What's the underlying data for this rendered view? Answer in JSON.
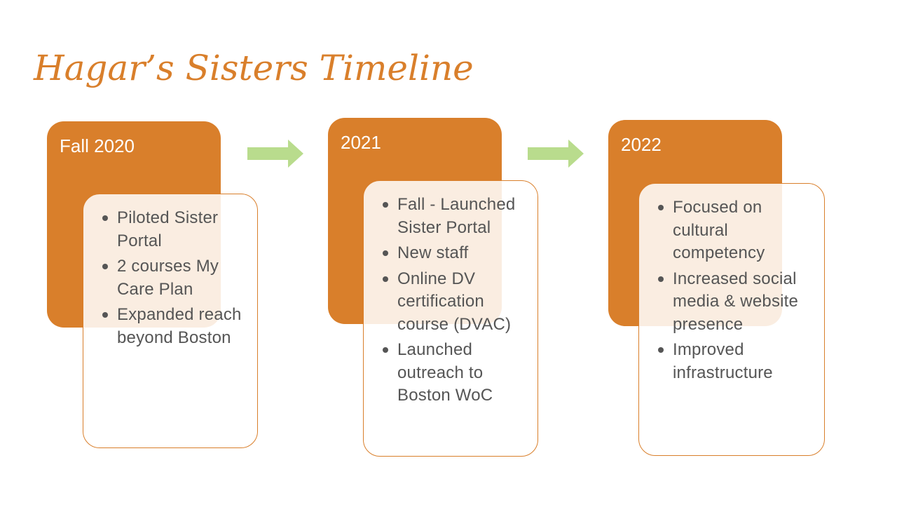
{
  "title": "Hagar’s Sisters Timeline",
  "colors": {
    "accent": "#d97f2b",
    "arrow": "#b9dc8d",
    "text": "#555555"
  },
  "stages": [
    {
      "label": "Fall 2020",
      "items": [
        "Piloted Sister Portal",
        "2 courses  My Care Plan",
        "Expanded reach beyond Boston"
      ]
    },
    {
      "label": "2021",
      "items": [
        "Fall - Launched Sister Portal",
        "New staff",
        "Online DV certification course (DVAC)",
        "Launched outreach to Boston WoC"
      ]
    },
    {
      "label": "2022",
      "items": [
        "Focused on cultural competency",
        "Increased social media & website presence",
        "Improved infrastructure"
      ]
    }
  ],
  "arrows": [
    {
      "icon": "right-arrow-icon"
    },
    {
      "icon": "right-arrow-icon"
    }
  ]
}
